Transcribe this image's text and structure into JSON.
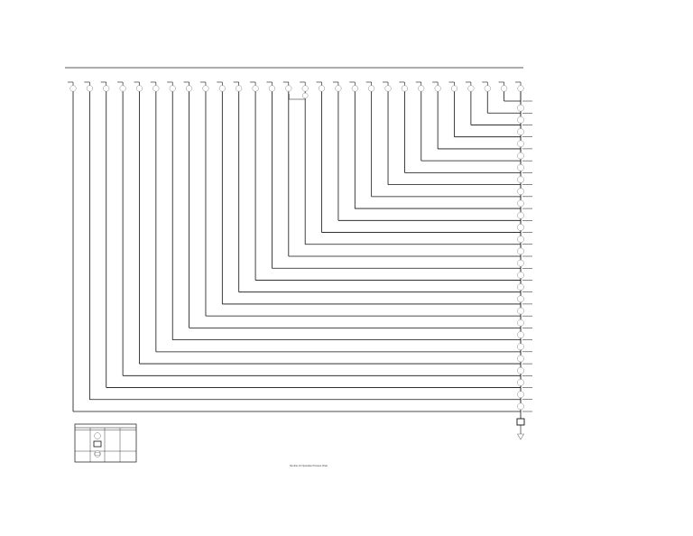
{
  "header": {
    "top_right_line1": "",
    "top_right_line2": "",
    "top_left_line1": "",
    "top_left_line2": ""
  },
  "footer": {
    "caption": "Number 10 Operation Process Chart"
  },
  "legend": {
    "title": "",
    "rows": [
      {
        "label": "",
        "symbol": "operation-circle"
      },
      {
        "label": "",
        "symbol": "inspection-square"
      },
      {
        "label": "",
        "symbol": "combined-symbol"
      }
    ]
  },
  "chart_data": {
    "type": "diagram",
    "kind": "operation-process-chart",
    "component_count": 28,
    "assembly_step_count": 27,
    "ends_with": [
      "inspection",
      "storage"
    ]
  }
}
